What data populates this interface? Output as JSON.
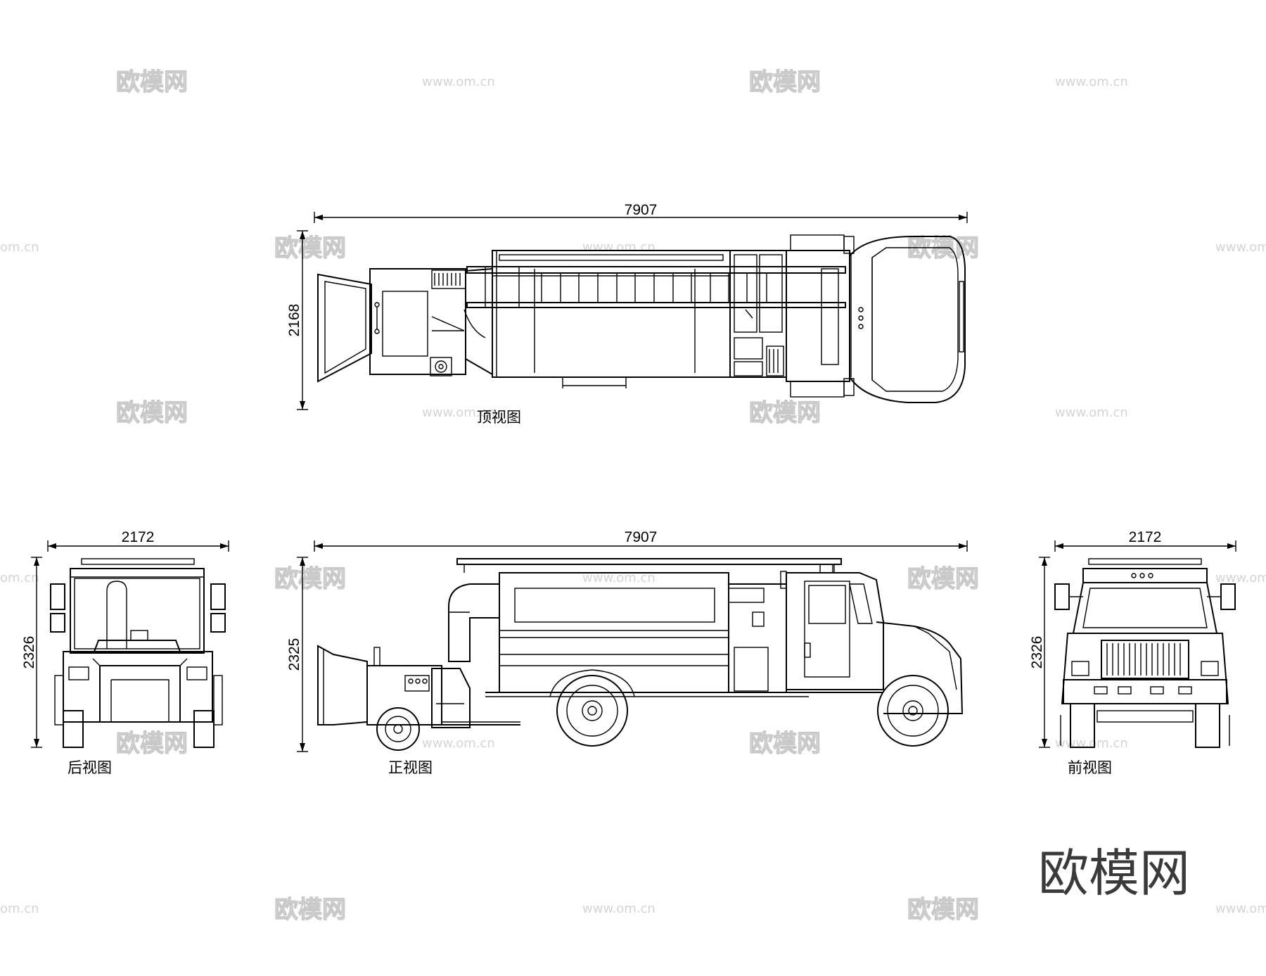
{
  "drawing": {
    "top_view": {
      "caption": "顶视图",
      "length_label": "7907",
      "width_label": "2168"
    },
    "side_view": {
      "caption": "正视图",
      "length_label": "7907",
      "height_label": "2325"
    },
    "rear_view": {
      "caption": "后视图",
      "width_label": "2172",
      "height_label": "2326"
    },
    "front_view": {
      "caption": "前视图",
      "width_label": "2172",
      "height_label": "2326"
    }
  },
  "watermark": {
    "brand": "欧模网",
    "url": "www.om.cn",
    "url_short": "om.cn"
  },
  "logo": {
    "text": "欧模网"
  }
}
